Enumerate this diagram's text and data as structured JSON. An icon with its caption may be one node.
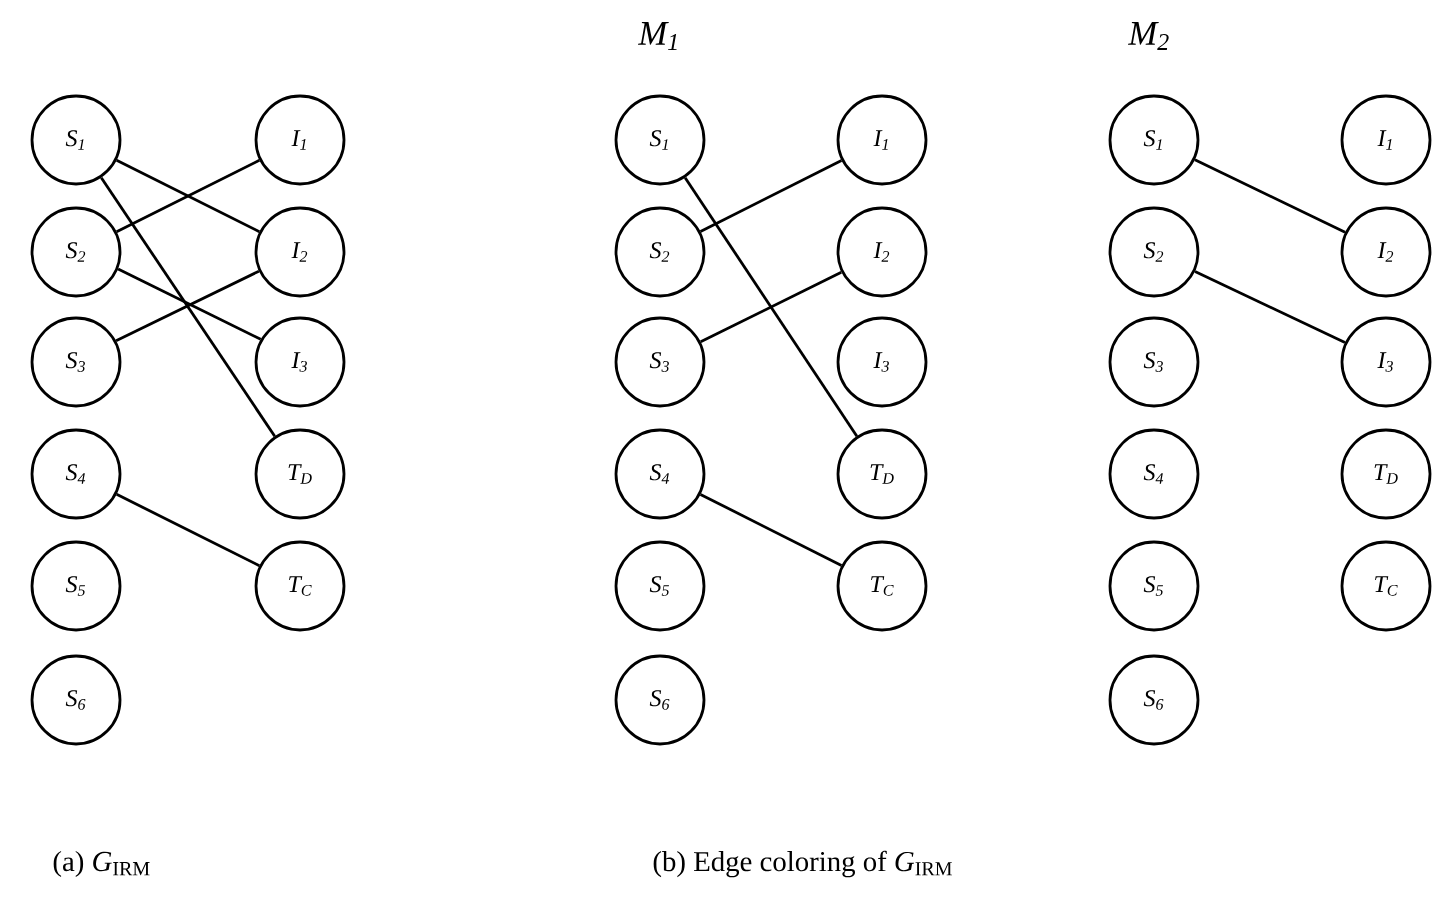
{
  "diagram": {
    "nodes": [
      {
        "text": [
          "S$_{1}$"
        ]
      },
      {
        "text": [
          "S$_{2}$"
        ]
      },
      {
        "text": [
          "S$_{3}$"
        ]
      },
      {
        "text": [
          "S$_{4}$"
        ]
      },
      {
        "text": [
          "S$_{5}$"
        ]
      },
      {
        "text": [
          "S$_{6}$"
        ]
      },
      {
        "text": [
          "I$_{1}$"
        ]
      },
      {
        "text": [
          "I$_{2}$"
        ]
      },
      {
        "text": [
          "I$_{3}$"
        ]
      },
      {
        "text": [
          "T$_{D}$"
        ]
      },
      {
        "text": [
          "T$_{C}$"
        ]
      },
      {
        "text": [
          "S$_{1}$"
        ]
      },
      {
        "text": [
          "S$_{2}$"
        ]
      },
      {
        "text": [
          "S$_{3}$"
        ]
      },
      {
        "text": [
          "S$_{4}$"
        ]
      },
      {
        "text": [
          "S$_{5}$"
        ]
      },
      {
        "text": [
          "S$_{6}$"
        ]
      },
      {
        "text": [
          "I$_{1}$"
        ]
      },
      {
        "text": [
          "I$_{2}$"
        ]
      },
      {
        "text": [
          "I$_{3}$"
        ]
      },
      {
        "text": [
          "T$_{D}$"
        ]
      },
      {
        "text": [
          "T$_{C}$"
        ]
      },
      {
        "text": [
          "S$_{1}$"
        ]
      },
      {
        "text": [
          "S$_{2}$"
        ]
      },
      {
        "text": [
          "S$_{3}$"
        ]
      },
      {
        "text": [
          "S$_{4}$"
        ]
      },
      {
        "text": [
          "S$_{5}$"
        ]
      },
      {
        "text": [
          "S$_{6}$"
        ]
      },
      {
        "text": [
          "I$_{1}$"
        ]
      },
      {
        "text": [
          "I$_{2}$"
        ]
      },
      {
        "text": [
          "I$_{3}$"
        ]
      },
      {
        "text": [
          "T$_{D}$"
        ]
      },
      {
        "text": [
          "T$_{C}$"
        ]
      }
    ],
    "edges": [
      {
        "from": 0,
        "to": 7,
        "arrow": "none"
      },
      {
        "from": 0,
        "to": 9,
        "arrow": "none"
      },
      {
        "from": 1,
        "to": 6,
        "arrow": "none"
      },
      {
        "from": 1,
        "to": 8,
        "arrow": "none"
      },
      {
        "from": 2,
        "to": 7,
        "arrow": "none"
      },
      {
        "from": 3,
        "to": 10,
        "arrow": "none"
      },
      {
        "from": 11,
        "to": 20,
        "arrow": "none"
      },
      {
        "from": 12,
        "to": 17,
        "arrow": "none"
      },
      {
        "from": 13,
        "to": 18,
        "arrow": "none"
      },
      {
        "from": 14,
        "to": 21,
        "arrow": "none"
      },
      {
        "from": 22,
        "to": 29,
        "arrow": "none"
      },
      {
        "from": 23,
        "to": 30,
        "arrow": "none"
      }
    ],
    "labels": [
      "M$_{1}$",
      "M$_{2}$",
      "(a) *G*$_{IRM}$",
      "(b) Edge coloring of *G*$_{IRM}$"
    ]
  }
}
